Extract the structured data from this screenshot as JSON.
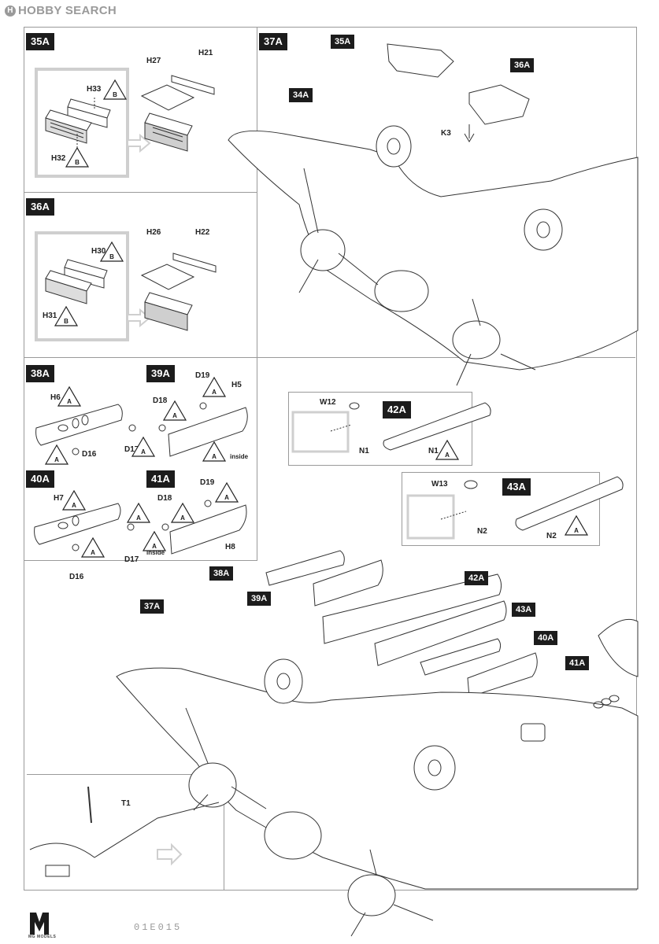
{
  "watermark": {
    "brand": "HOBBY SEARCH",
    "brand_glyph": "H"
  },
  "steps": {
    "s35a": {
      "tag": "35A",
      "parts": {
        "h33": "H33",
        "h32": "H32",
        "h27": "H27",
        "h21": "H21"
      }
    },
    "s36a": {
      "tag": "36A",
      "parts": {
        "h30": "H30",
        "h31": "H31",
        "h26": "H26",
        "h22": "H22"
      }
    },
    "s37a": {
      "tag": "37A",
      "callouts": [
        "35A",
        "36A",
        "34A"
      ],
      "part_k3": "K3"
    },
    "s38a": {
      "tag": "38A",
      "parts": {
        "h6": "H6",
        "d16": "D16"
      }
    },
    "s39a": {
      "tag": "39A",
      "parts": {
        "d19": "D19",
        "h5": "H5",
        "d18": "D18",
        "d17": "D17"
      },
      "note": "inside"
    },
    "s40a": {
      "tag": "40A",
      "parts": {
        "h7": "H7",
        "d17": "D17",
        "d16": "D16"
      }
    },
    "s41a": {
      "tag": "41A",
      "parts": {
        "d19": "D19",
        "d18": "D18",
        "h8": "H8"
      },
      "note": "inside"
    },
    "s42a": {
      "tag": "42A",
      "parts": {
        "w12": "W12",
        "n1": "N1",
        "n1b": "N1"
      }
    },
    "s43a": {
      "tag": "43A",
      "parts": {
        "w13": "W13",
        "n2": "N2",
        "n2b": "N2"
      }
    },
    "overview": {
      "callouts": [
        "38A",
        "39A",
        "42A",
        "43A",
        "40A",
        "41A",
        "37A"
      ]
    },
    "detail": {
      "part_t1": "T1"
    }
  },
  "markers": {
    "a": "A",
    "b": "B"
  },
  "footer": {
    "code": "01E015",
    "brand_small": "MG MODELS"
  },
  "colors": {
    "ink": "#1c1c1c",
    "line": "#444444",
    "frame": "#9a9a9a",
    "grey": "#cfcfcf"
  }
}
